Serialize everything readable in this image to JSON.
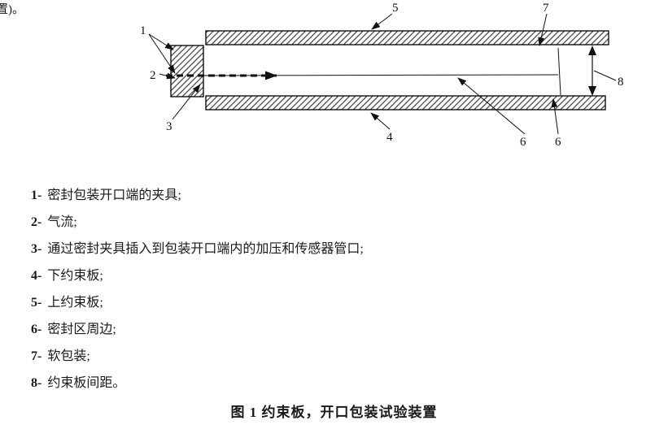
{
  "page": {
    "top_fragment": "置)。",
    "ink_color": "#1a1a1a",
    "background": "#ffffff"
  },
  "figure": {
    "caption": "图 1 约束板，开口包装试验装置",
    "callouts": {
      "c1": "1",
      "c2": "2",
      "c3": "3",
      "c4": "4",
      "c5": "5",
      "c6a": "6",
      "c6b": "6",
      "c7": "7",
      "c8": "8"
    }
  },
  "legend": {
    "items": [
      {
        "num": "1-",
        "text": "密封包装开口端的夹具;"
      },
      {
        "num": "2-",
        "text": "气流;"
      },
      {
        "num": "3-",
        "text": "通过密封夹具插入到包装开口端内的加压和传感器管口;"
      },
      {
        "num": "4-",
        "text": "下约束板;"
      },
      {
        "num": "5-",
        "text": "上约束板;"
      },
      {
        "num": "6-",
        "text": "密封区周边;"
      },
      {
        "num": "7-",
        "text": "软包装;"
      },
      {
        "num": "8-",
        "text": "约束板间距。"
      }
    ]
  }
}
